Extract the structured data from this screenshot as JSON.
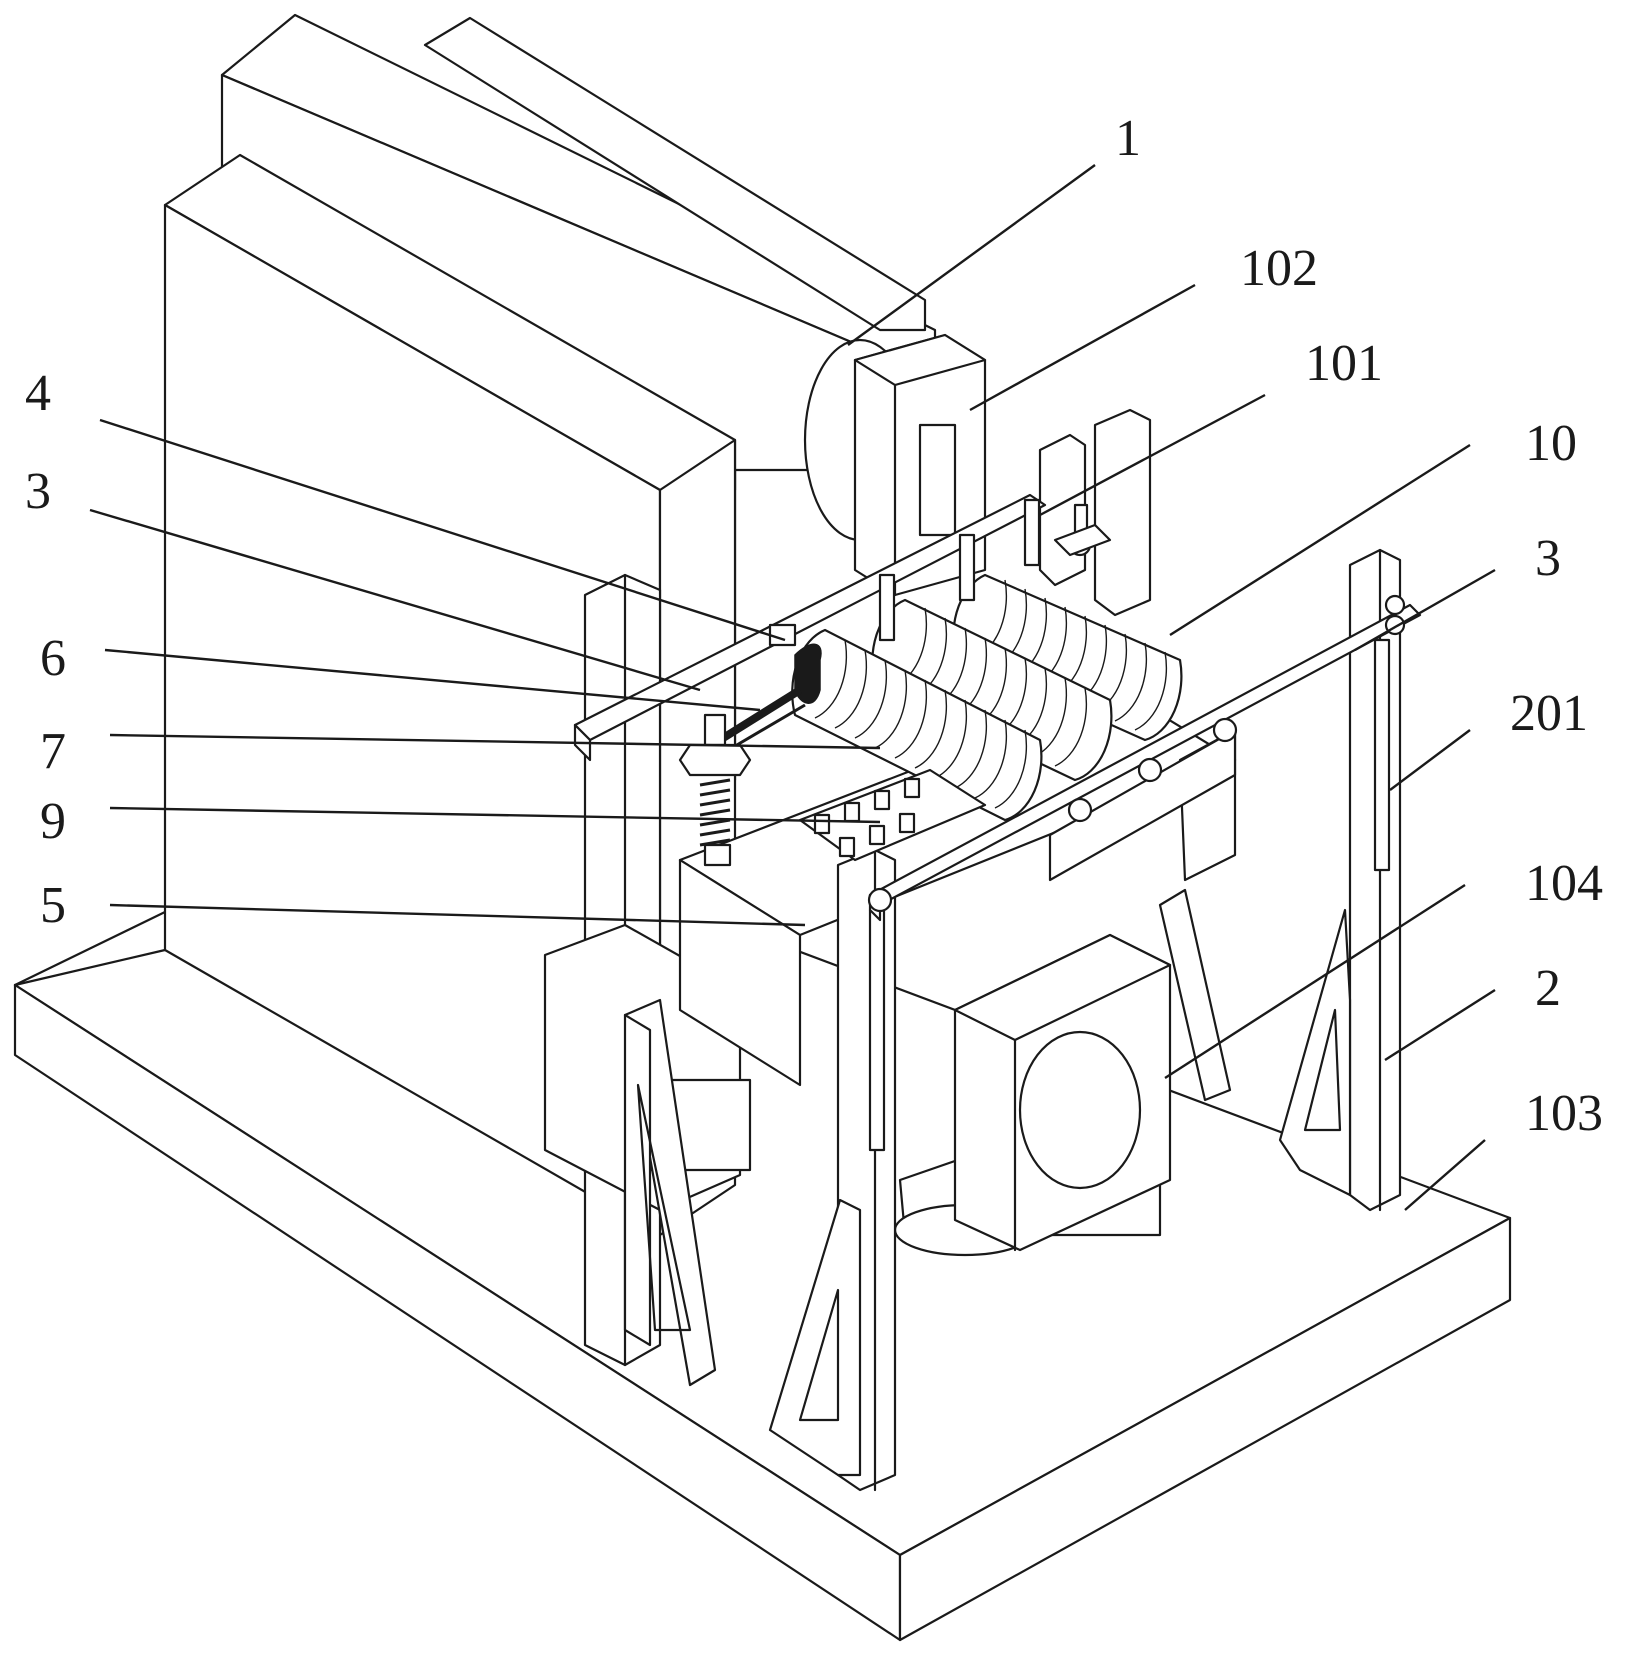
{
  "figure": {
    "callouts": [
      {
        "id": "lbl-1",
        "text": "1"
      },
      {
        "id": "lbl-102",
        "text": "102"
      },
      {
        "id": "lbl-101",
        "text": "101"
      },
      {
        "id": "lbl-4",
        "text": "4"
      },
      {
        "id": "lbl-3-left",
        "text": "3"
      },
      {
        "id": "lbl-10",
        "text": "10"
      },
      {
        "id": "lbl-3-right",
        "text": "3"
      },
      {
        "id": "lbl-6",
        "text": "6"
      },
      {
        "id": "lbl-201",
        "text": "201"
      },
      {
        "id": "lbl-7",
        "text": "7"
      },
      {
        "id": "lbl-9",
        "text": "9"
      },
      {
        "id": "lbl-104",
        "text": "104"
      },
      {
        "id": "lbl-5",
        "text": "5"
      },
      {
        "id": "lbl-2",
        "text": "2"
      },
      {
        "id": "lbl-103",
        "text": "103"
      }
    ]
  }
}
